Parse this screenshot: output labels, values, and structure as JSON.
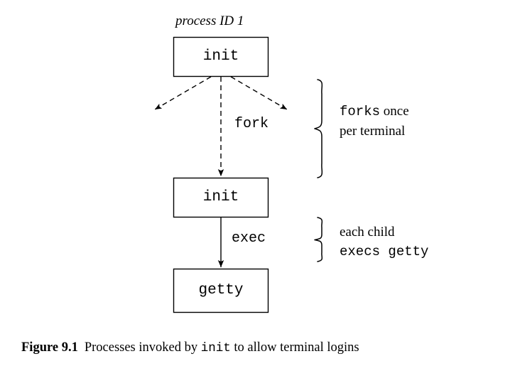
{
  "figure": {
    "background_color": "#ffffff",
    "stroke_color": "#000000",
    "box_fill": "#ffffff",
    "pid_label": "process ID 1",
    "nodes": [
      {
        "id": "init-top",
        "label": "init"
      },
      {
        "id": "init-child",
        "label": "init"
      },
      {
        "id": "getty",
        "label": "getty"
      }
    ],
    "edge_labels": {
      "fork": "fork",
      "exec": "exec"
    },
    "annotations": {
      "top": {
        "line1_mono": "forks",
        "line1_serif": " once",
        "line2_serif": "per terminal"
      },
      "bottom": {
        "line1_serif": "each child",
        "line2_mono_a": "execs",
        "line2_mono_b": " getty"
      }
    },
    "caption": {
      "number": "Figure 9.1",
      "text_before": "Processes invoked by",
      "code": "init",
      "text_after": "to allow terminal logins"
    }
  }
}
